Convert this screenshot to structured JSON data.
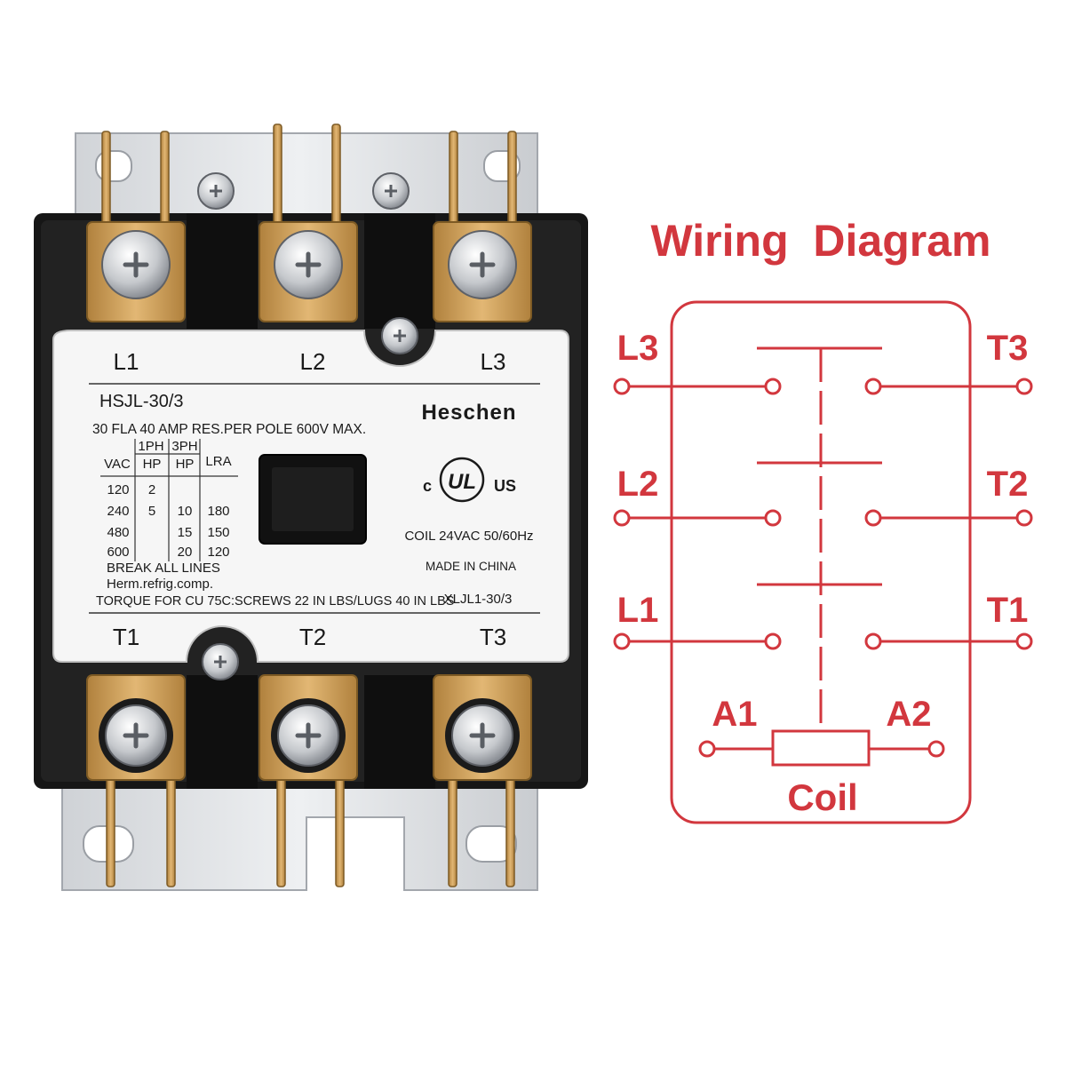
{
  "product": {
    "line_labels": [
      "L1",
      "L2",
      "L3"
    ],
    "load_labels": [
      "T1",
      "T2",
      "T3"
    ],
    "model": "HSJL-30/3",
    "brand": "Heschen",
    "rating": "30 FLA 40 AMP RES.PER POLE 600V MAX.",
    "table": {
      "headers": [
        "VAC",
        "1PH HP",
        "3PH HP",
        "LRA"
      ],
      "header_top": [
        "1PH",
        "3PH"
      ],
      "header_bottom": [
        "VAC",
        "HP",
        "HP",
        "LRA"
      ],
      "rows": [
        [
          "120",
          "2",
          "",
          ""
        ],
        [
          "240",
          "5",
          "10",
          "180"
        ],
        [
          "480",
          "",
          "15",
          "150"
        ],
        [
          "600",
          "",
          "20",
          "120"
        ]
      ]
    },
    "break_lines": "BREAK ALL LINES",
    "herm": "Herm.refrig.comp.",
    "torque": "TORQUE FOR CU 75C:SCREWS 22 IN LBS/LUGS 40 IN LBS",
    "cert": {
      "c": "c",
      "ul": "UL",
      "us": "US"
    },
    "coil": "COIL 24VAC 50/60Hz",
    "made_in": "MADE IN CHINA",
    "part_no": "XLJL1-30/3"
  },
  "diagram": {
    "title": "Wiring  Diagram",
    "left_labels": [
      "L3",
      "L2",
      "L1"
    ],
    "right_labels": [
      "T3",
      "T2",
      "T1"
    ],
    "coil_left": "A1",
    "coil_right": "A2",
    "coil_label": "Coil",
    "color": "#d2373e"
  }
}
